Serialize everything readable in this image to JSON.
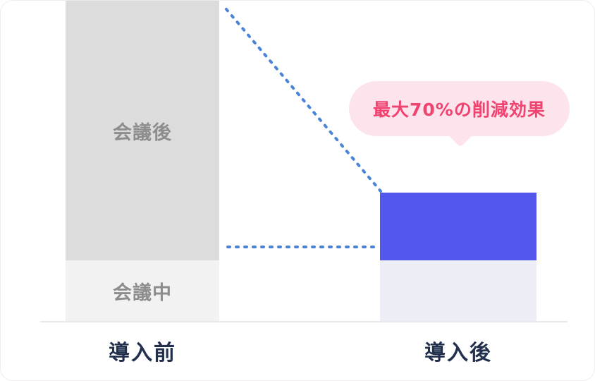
{
  "chart_data": {
    "type": "bar",
    "subtype": "stacked-before-after-comparison",
    "title": "",
    "categories": [
      "導入前",
      "導入後"
    ],
    "series": [
      {
        "name": "会議中",
        "values": [
          19,
          19
        ]
      },
      {
        "name": "会議後",
        "values": [
          81,
          21
        ]
      }
    ],
    "units": "relative workload (before total = 100)",
    "ylim": [
      0,
      100
    ],
    "grid": false,
    "legend": "none",
    "annotations": [
      "最大70%の削減効果",
      "dashed guide line from top of before-bar to top of after-bar",
      "dashed horizontal guide line at mid level toward after-bar"
    ]
  },
  "labels": {
    "before_bar_top": "会議後",
    "before_bar_bottom": "会議中",
    "x_before": "導入前",
    "x_after": "導入後"
  },
  "callout": {
    "text": "最大70%の削減効果"
  },
  "colors": {
    "before_top": "#dcdcdc",
    "before_bottom": "#f2f2f2",
    "after_top": "#5457eb",
    "after_bottom": "#ededf5",
    "dashed_line": "#4a84d8",
    "callout_bg": "#fde3ec",
    "callout_text": "#f04370",
    "axis_label": "#22304e",
    "baseline": "#e9e9e9"
  }
}
